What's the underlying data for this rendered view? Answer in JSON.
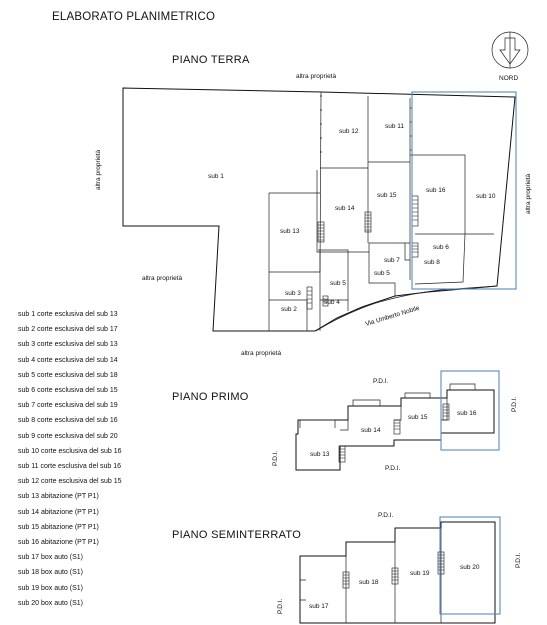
{
  "header": {
    "title": "ELABORATO PLANIMETRICO",
    "compass_label": "NORD"
  },
  "floors": {
    "ground": {
      "heading": "PIANO TERRA",
      "labels": {
        "altra_top": "altra proprietà",
        "altra_left": "altra proprietà",
        "altra_right": "altra proprietà",
        "altra_midleft": "altra proprietà",
        "altra_bottom": "altra proprietà",
        "street": "Via Umberto Nobile"
      },
      "subs": {
        "s1": "sub 1",
        "s2": "sub 2",
        "s3": "sub 3",
        "s4": "sub 4",
        "s5": "sub 5",
        "s6": "sub 6",
        "s7": "sub 7",
        "s8": "sub 8",
        "s10": "sub 10",
        "s11": "sub 11",
        "s12": "sub 12",
        "s13": "sub 13",
        "s14": "sub 14",
        "s15": "sub 15",
        "s16": "sub 16"
      }
    },
    "first": {
      "heading": "PIANO PRIMO",
      "labels": {
        "pdi_top": "P.D.I.",
        "pdi_left": "P.D.I.",
        "pdi_bottom": "P.D.I.",
        "pdi_right": "P.D.I."
      },
      "subs": {
        "s13": "sub 13",
        "s14": "sub 14",
        "s15": "sub 15",
        "s16": "sub 16"
      }
    },
    "basement": {
      "heading": "PIANO SEMINTERRATO",
      "labels": {
        "pdi_top": "P.D.I.",
        "pdi_left": "P.D.I.",
        "pdi_right": "P.D.I."
      },
      "subs": {
        "s17": "sub 17",
        "s18": "sub 18",
        "s19": "sub 19",
        "s20": "sub 20"
      }
    }
  },
  "legend": [
    "sub 1 corte esclusiva del sub 13",
    "sub 2 corte esclusiva del sub 17",
    "sub 3 corte esclusiva del sub 13",
    "sub 4 corte esclusiva del sub 14",
    "sub 5 corte esclusiva del sub 18",
    "sub 6 corte esclusiva del sub 15",
    "sub 7 corte esclusiva del sub 19",
    "sub 8 corte esclusiva del sub 16",
    "sub 9 corte esclusiva del sub 20",
    "sub 10 corte esclusiva del sub 16",
    "sub 11 corte esclusiva del sub 16",
    "sub 12 corte esclusiva del sub 15",
    "sub 13 abitazione (PT P1)",
    "sub 14 abitazione (PT P1)",
    "sub 15 abitazione (PT P1)",
    "sub 16 abitazione (PT P1)",
    "sub 17 box auto (S1)",
    "sub 18 box auto (S1)",
    "sub 19 box auto (S1)",
    "sub 20 box auto (S1)"
  ]
}
